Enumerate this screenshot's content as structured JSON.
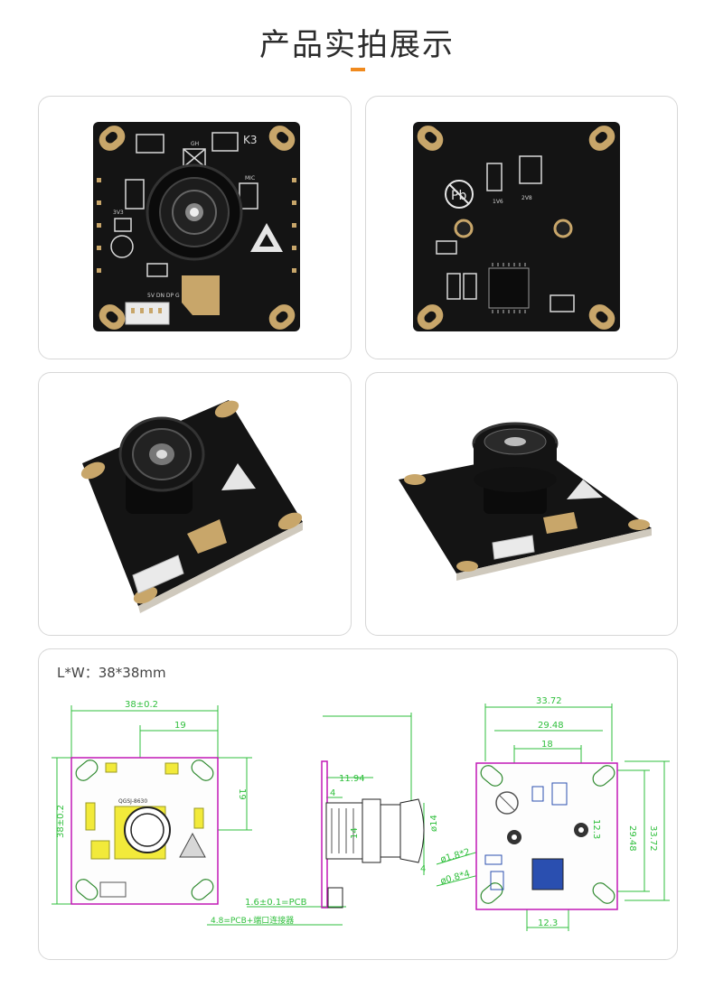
{
  "page": {
    "title": "产品实拍展示"
  },
  "photos": [
    {
      "name": "front",
      "marks": {
        "k3": "K3",
        "gh": "GH",
        "v33": "3V3",
        "mic": "MIC",
        "pins": "5V DN DP G"
      }
    },
    {
      "name": "back",
      "marks": {
        "pb": "Pb",
        "r1": "1V6",
        "r2": "2V8"
      }
    },
    {
      "name": "angle-left"
    },
    {
      "name": "angle-right"
    }
  ],
  "dimension": {
    "size_label": "L*W：38*38mm",
    "front": {
      "width": "38±0.2",
      "height": "38±0.2",
      "hole_x": "19",
      "hole_y": "19",
      "model": "QGSJ-8630"
    },
    "side": {
      "lens_len": "11.94",
      "mount": "4",
      "lens_d": "14",
      "d_label": "ø14",
      "base": "4",
      "pcb": "1.6±0.1=PCB",
      "pcb_conn": "4.8=PCB+端口连接器"
    },
    "back": {
      "w1": "33.72",
      "w2": "29.48",
      "w3": "18",
      "h1": "29.48",
      "h2": "33.72",
      "h3": "12.3",
      "bottom": "12.3",
      "hole_a": "ø1.8*2",
      "hole_b": "ø0.8*4"
    }
  },
  "colors": {
    "accent": "#f08a1e",
    "pcb": "#151515",
    "gold": "#c8a66a",
    "dim_line": "#2fbf3c",
    "outline": "#c218b6"
  }
}
